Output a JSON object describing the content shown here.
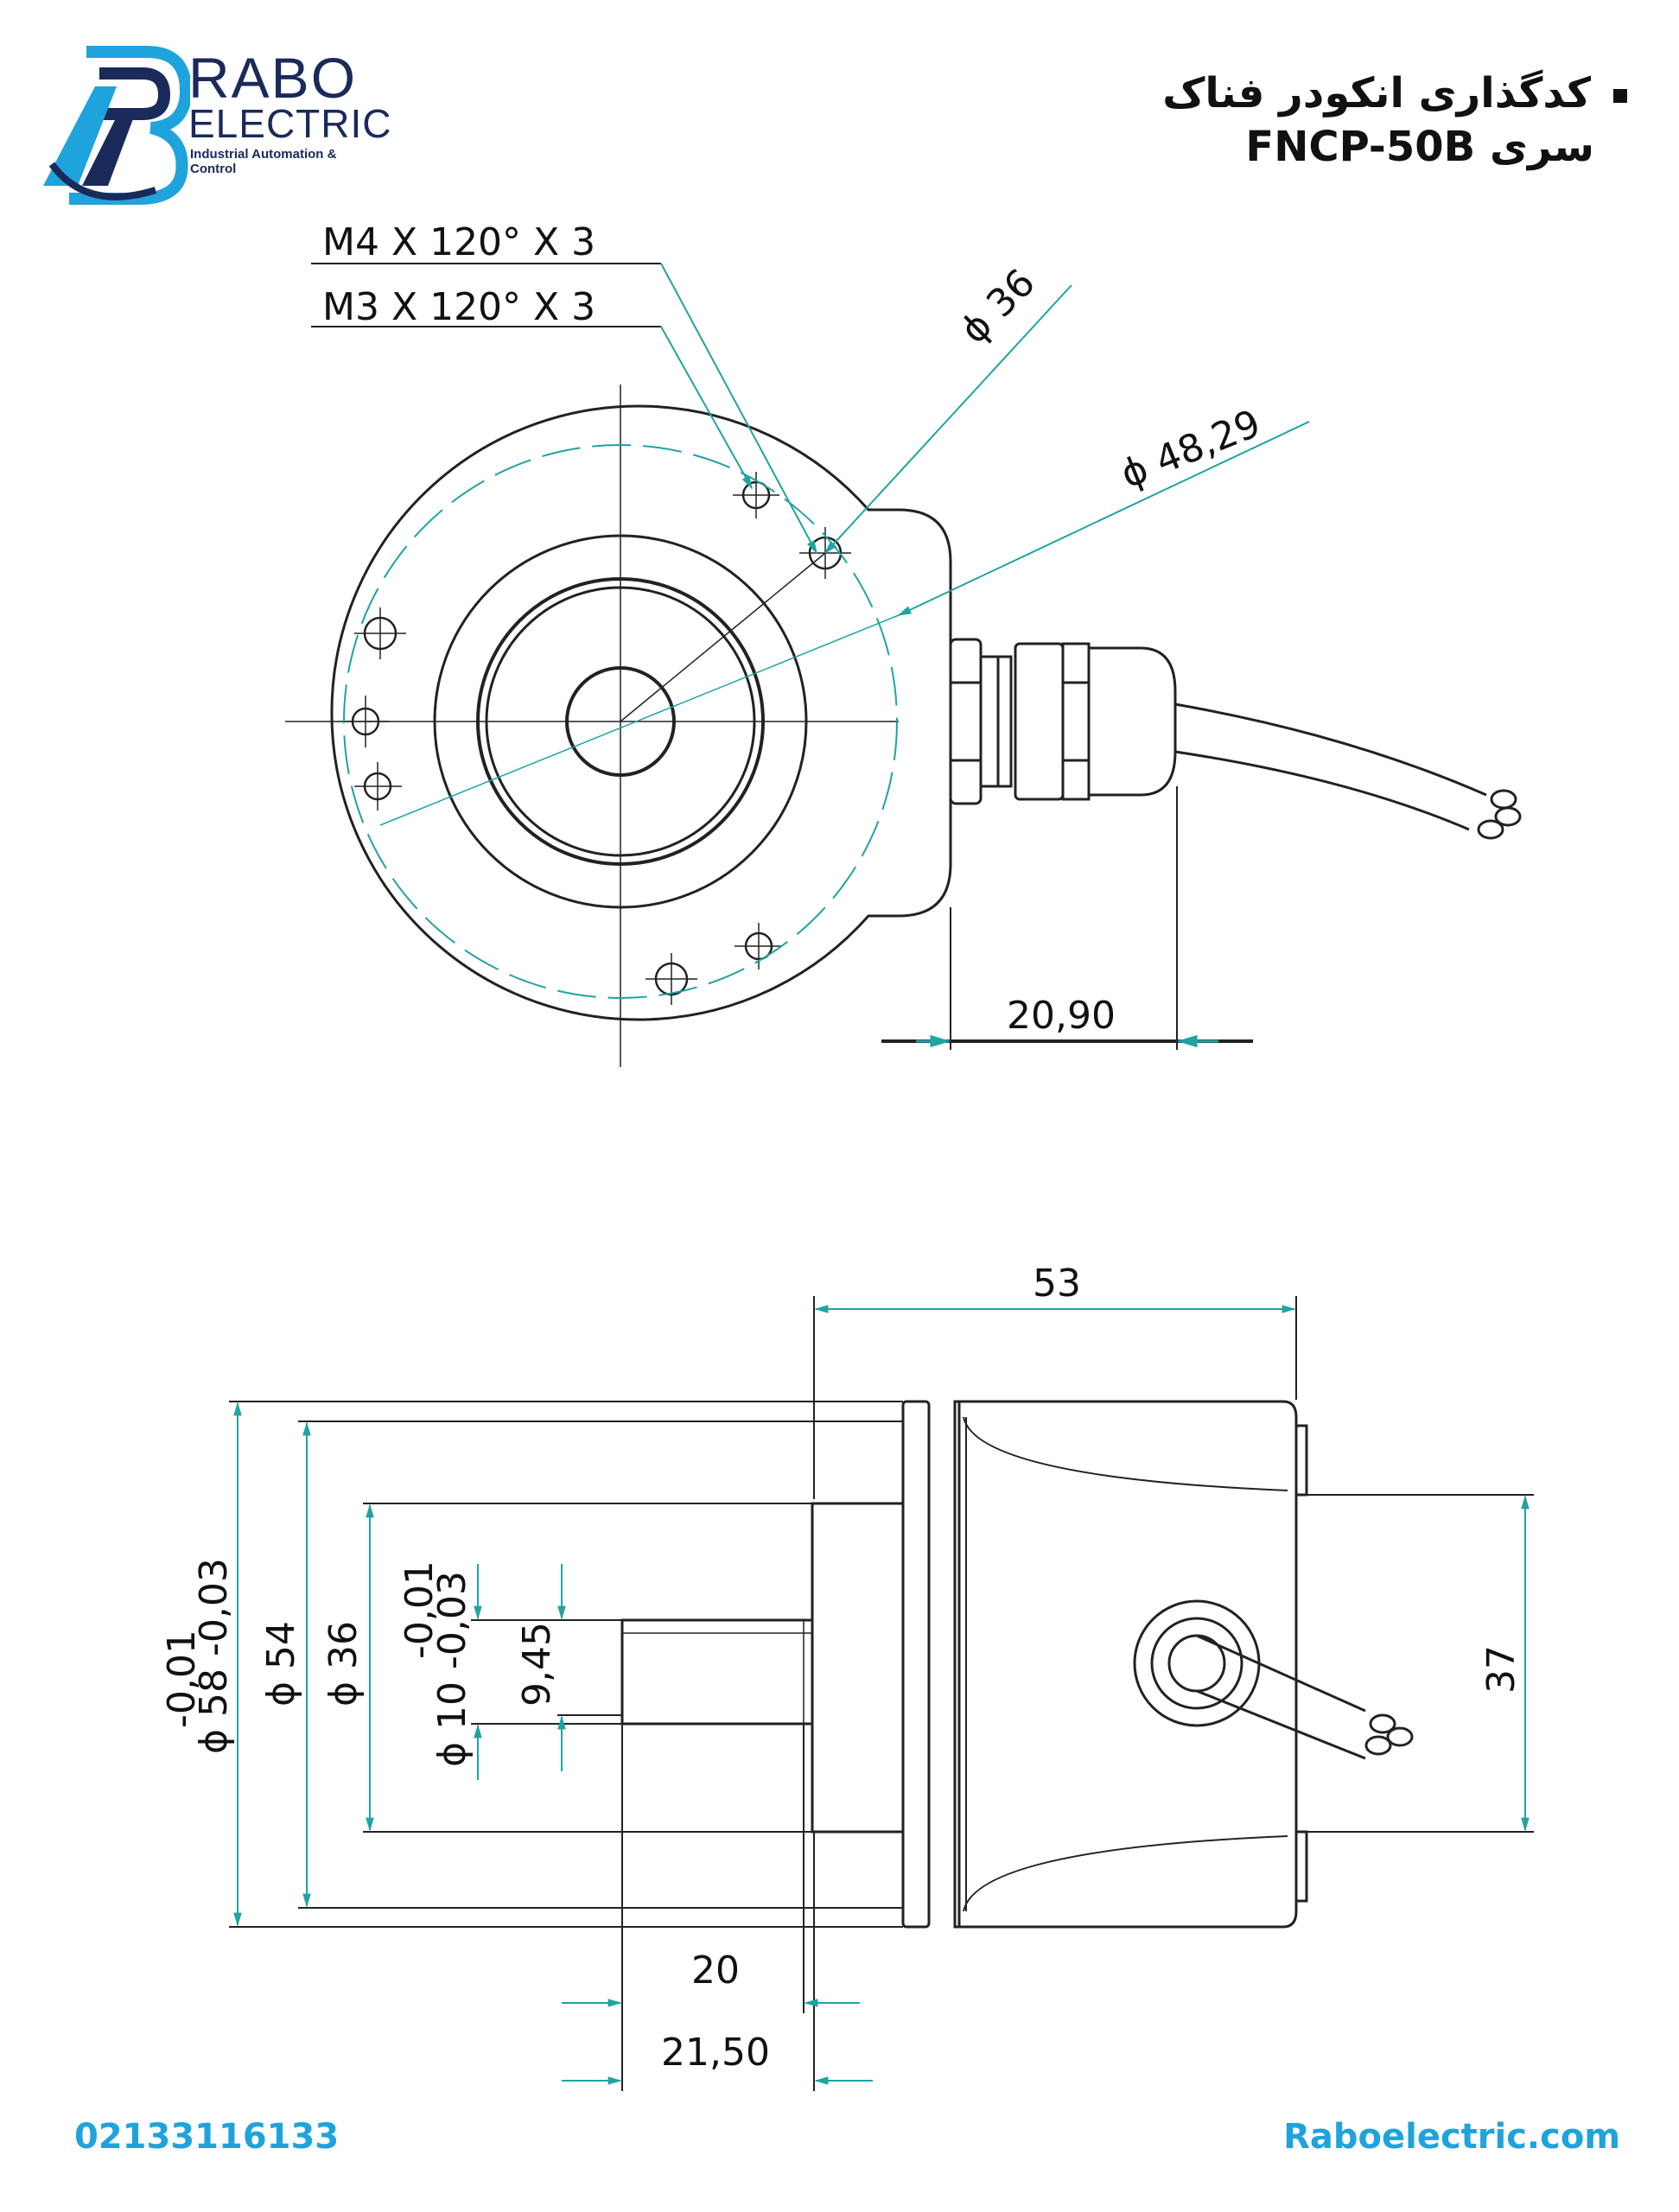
{
  "brand": {
    "name_top": "RABO",
    "name_bottom": "ELECTRIC",
    "tagline": "Industrial Automation & Control",
    "accent_color": "#1fa3dc",
    "dark_color": "#1a2a5a"
  },
  "title": {
    "line1": "کدگذاری انکودر فناک",
    "line2": "سری FNCP-50B"
  },
  "footer": {
    "phone": "02133116133",
    "website": "Raboelectric.com"
  },
  "front_view": {
    "label_m4": "M4 X 120° X 3",
    "label_m3": "M3 X 120° X 3",
    "dia_36": "36",
    "dia_48": "48,29",
    "dim_cable": "20,90",
    "dia_symbol": "ϕ"
  },
  "side_view": {
    "overall_length": "53",
    "dia_58": "ϕ 58",
    "tol_58_lower": "-0,03",
    "tol_58_upper": "-0,01",
    "dia_54": "ϕ 54",
    "dia_36": "ϕ 36",
    "dia_10": "ϕ 10",
    "tol_10_lower": "-0,03",
    "tol_10_upper": "-0,01",
    "flat": "9,45",
    "height_37": "37",
    "shaft_20": "20",
    "shaft_2150": "21,50"
  },
  "colors": {
    "line": "#222222",
    "dimension": "#1fa3a3"
  }
}
